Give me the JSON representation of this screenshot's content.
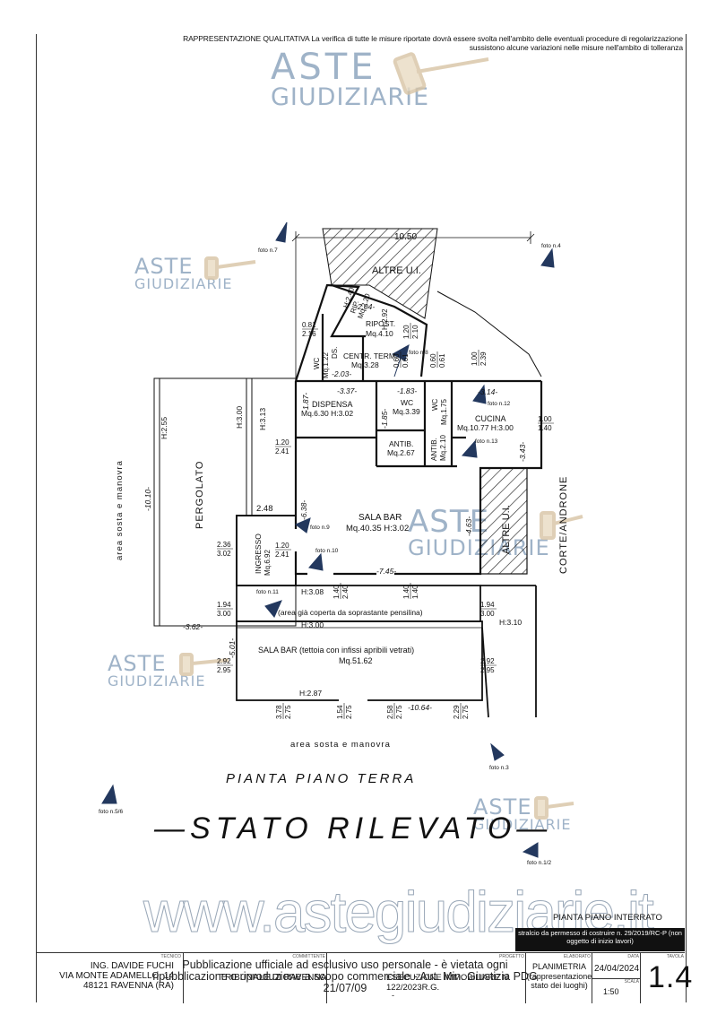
{
  "header_note": {
    "line1": "RAPPRESENTAZIONE QUALITATIVA La verifica di tutte le misure riportate dovrà essere svolta nell'ambito delle eventuali procedure di regolarizzazione",
    "line2": "sussistono alcune variazioni nelle misure nell'ambito di tolleranza"
  },
  "watermark": {
    "line1": "ASTE",
    "line2": "GIUDIZIARIE"
  },
  "dims": {
    "overall": "10.50",
    "dispensa_w": "-3.37-",
    "wc_w": "-1.83-",
    "cucina_w": "-3.14-",
    "centr_w": "-2.03-",
    "ripost_w": "-2.04-",
    "pergolato_d": "-10.10-",
    "sala_w": "-7.45-",
    "bottom_w": "-10.64-",
    "ingresso_w": "2.48",
    "left_small": "-3.62-",
    "left_v": "-5.01-",
    "right_v": "-4.63-",
    "cucina_v": "-3.43-",
    "dispensa_v": "-1.87-",
    "sala_v": "-6.38-",
    "wc_v": "-1.85-"
  },
  "heights": {
    "h255": "H:2.55",
    "h300a": "H:3.00",
    "h313": "H:3.13",
    "h308": "H:3.08",
    "h300b": "H:3.00",
    "h310": "H:3.10",
    "h287": "H:2.87"
  },
  "fractions": [
    [
      "0.81",
      "2.16"
    ],
    [
      "1.20",
      "2.41"
    ],
    [
      "1.20",
      "2.41"
    ],
    [
      "2.36",
      "3.02"
    ],
    [
      "1.94",
      "3.00"
    ],
    [
      "1.94",
      "3.00"
    ],
    [
      "2.92",
      "2.95"
    ],
    [
      "2.92",
      "2.95"
    ],
    [
      "1.00",
      "2.39"
    ],
    [
      "1.00",
      "1.40"
    ],
    [
      "1.20",
      "2.10"
    ],
    [
      "0.60",
      "0.61"
    ],
    [
      "0.60",
      "0.61"
    ],
    [
      "1.40",
      "2.40"
    ],
    [
      "1.40",
      "1.40"
    ],
    [
      "3.78",
      "2.75"
    ],
    [
      "1.54",
      "2.75"
    ],
    [
      "2.58",
      "2.75"
    ],
    [
      "2.29",
      "2.75"
    ]
  ],
  "rooms": {
    "altre_top": "ALTRE U.I.",
    "altre_right": "ALTRE U.I.",
    "ripost_name": "RIPOST.",
    "ripost_area": "Mq.4.10",
    "rip_name": "RIP.",
    "rip_area": "Mq.2.20",
    "rip_h": "H:2.40",
    "ds_name": "DS.",
    "ds_area": "Mq.1.22",
    "wc_small_name": "WC",
    "wc_small_area": "Mq.1.22",
    "h292": "H:2.92",
    "centr_name": "CENTR. TERM.",
    "centr_area": "Mq.3.28",
    "dispensa_name": "DISPENSA",
    "dispensa_area": "Mq.6.30 H:3.02",
    "wc1_name": "WC",
    "wc1_area": "Mq.3.39",
    "wc2_name": "WC",
    "wc2_area": "Mq.1.75",
    "antib1_name": "ANTIB.",
    "antib1_area": "Mq.2.67",
    "antib2_name": "ANTIB.",
    "antib2_area": "Mq.2.10",
    "cucina_name": "CUCINA",
    "cucina_area": "Mq.10.77  H:3.00",
    "pergolato": "PERGOLATO",
    "sala_name": "SALA BAR",
    "sala_area": "Mq.40.35   H:3.02",
    "ingresso_name": "INGRESSO",
    "ingresso_area": "Mq.6.92",
    "covered_note": "(area già coperta da soprastante pensilina)",
    "sala2_name": "SALA BAR (tettoia con infissi apribili vetrati)",
    "sala2_area": "Mq.51.62",
    "corte": "CORTE/ANDRONE",
    "area_left": "area sosta e manovra",
    "area_bottom": "area sosta e manovra"
  },
  "photos": {
    "f7": "foto n.7",
    "f4": "foto n.4",
    "f8": "foto n.8",
    "f12": "foto n.12",
    "f13": "foto n.13",
    "f9": "foto n.9",
    "f10": "foto n.10",
    "f11": "foto n.11",
    "f3": "foto n.3",
    "f56": "foto n.5/6",
    "f12b": "foto n.1/2"
  },
  "titles": {
    "plan": "PIANTA PIANO TERRA",
    "stato": "—STATO RILEVATO—"
  },
  "site": "www.astegiudiziarie.it",
  "interrato": "PIANTA PIANO INTERRATO",
  "stralcio": "stralcio da permesso di costruire n. 29/2019/RC-P (non oggetto di inizio lavori)",
  "title_block": {
    "cap_tecnico": "TECNICO",
    "cap_committente": "COMMITTENTE",
    "cap_progetto": "PROGETTO",
    "cap_elaborato": "ELABORATO",
    "cap_data": "DATA",
    "cap_tavola": "TAVOLA",
    "tecnico_1": "ING.  DAVIDE FUCHI",
    "tecnico_2": "VIA MONTE ADAMELLO, 14",
    "tecnico_3": "48121 RAVENNA (RA)",
    "committente": "TRIBUNALE DI RAVENNA",
    "progetto": "ESECUZIONE IMMOBILIARE N. 122/2023R.G.",
    "elaborato_1": "PLANIMETRIA",
    "elaborato_2": "(rappresentazione",
    "elaborato_3": "stato dei luoghi)",
    "data": "24/04/2024",
    "scala_cap": "SCALA",
    "scala": "1:50",
    "tavola": "1.4",
    "dash": "-"
  },
  "publication": {
    "line1": "Pubblicazione ufficiale ad esclusivo uso personale - è vietata ogni",
    "line2": "ripubblicazione o riproduzione a scopo commerciale - Aut. Min. Giustizia PDG 21/07/09"
  }
}
